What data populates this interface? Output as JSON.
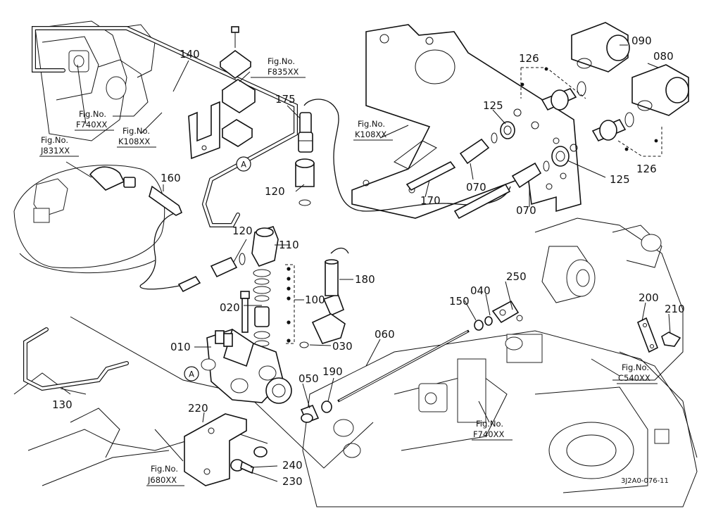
{
  "part_labels": {
    "p010": "010",
    "p020": "020",
    "p030": "030",
    "p040": "040",
    "p050": "050",
    "p060": "060",
    "p070a": "070",
    "p070b": "070",
    "p080": "080",
    "p090": "090",
    "p100": "100",
    "p110": "110",
    "p120a": "120",
    "p120b": "120",
    "p125a": "125",
    "p125b": "125",
    "p126a": "126",
    "p126b": "126",
    "p130": "130",
    "p140": "140",
    "p150": "150",
    "p160": "160",
    "p170": "170",
    "p175": "175",
    "p180": "180",
    "p190": "190",
    "p200": "200",
    "p210": "210",
    "p220": "220",
    "p230": "230",
    "p240": "240",
    "p250": "250"
  },
  "callouts": {
    "a1": "A",
    "a2": "A"
  },
  "fig_refs": {
    "f740_top": {
      "title": "Fig.No.",
      "code": "F740XX"
    },
    "k108_left": {
      "title": "Fig.No.",
      "code": "K108XX"
    },
    "f835": {
      "title": "Fig.No.",
      "code": "F835XX"
    },
    "j831": {
      "title": "Fig.No.",
      "code": "J831XX"
    },
    "k108_right": {
      "title": "Fig.No.",
      "code": "K108XX"
    },
    "c540": {
      "title": "Fig.No.",
      "code": "C540XX"
    },
    "f740_bottom": {
      "title": "Fig.No.",
      "code": "F740XX"
    },
    "j680": {
      "title": "Fig.No.",
      "code": "J680XX"
    }
  },
  "diagram_code": "3J2A0-076-11"
}
